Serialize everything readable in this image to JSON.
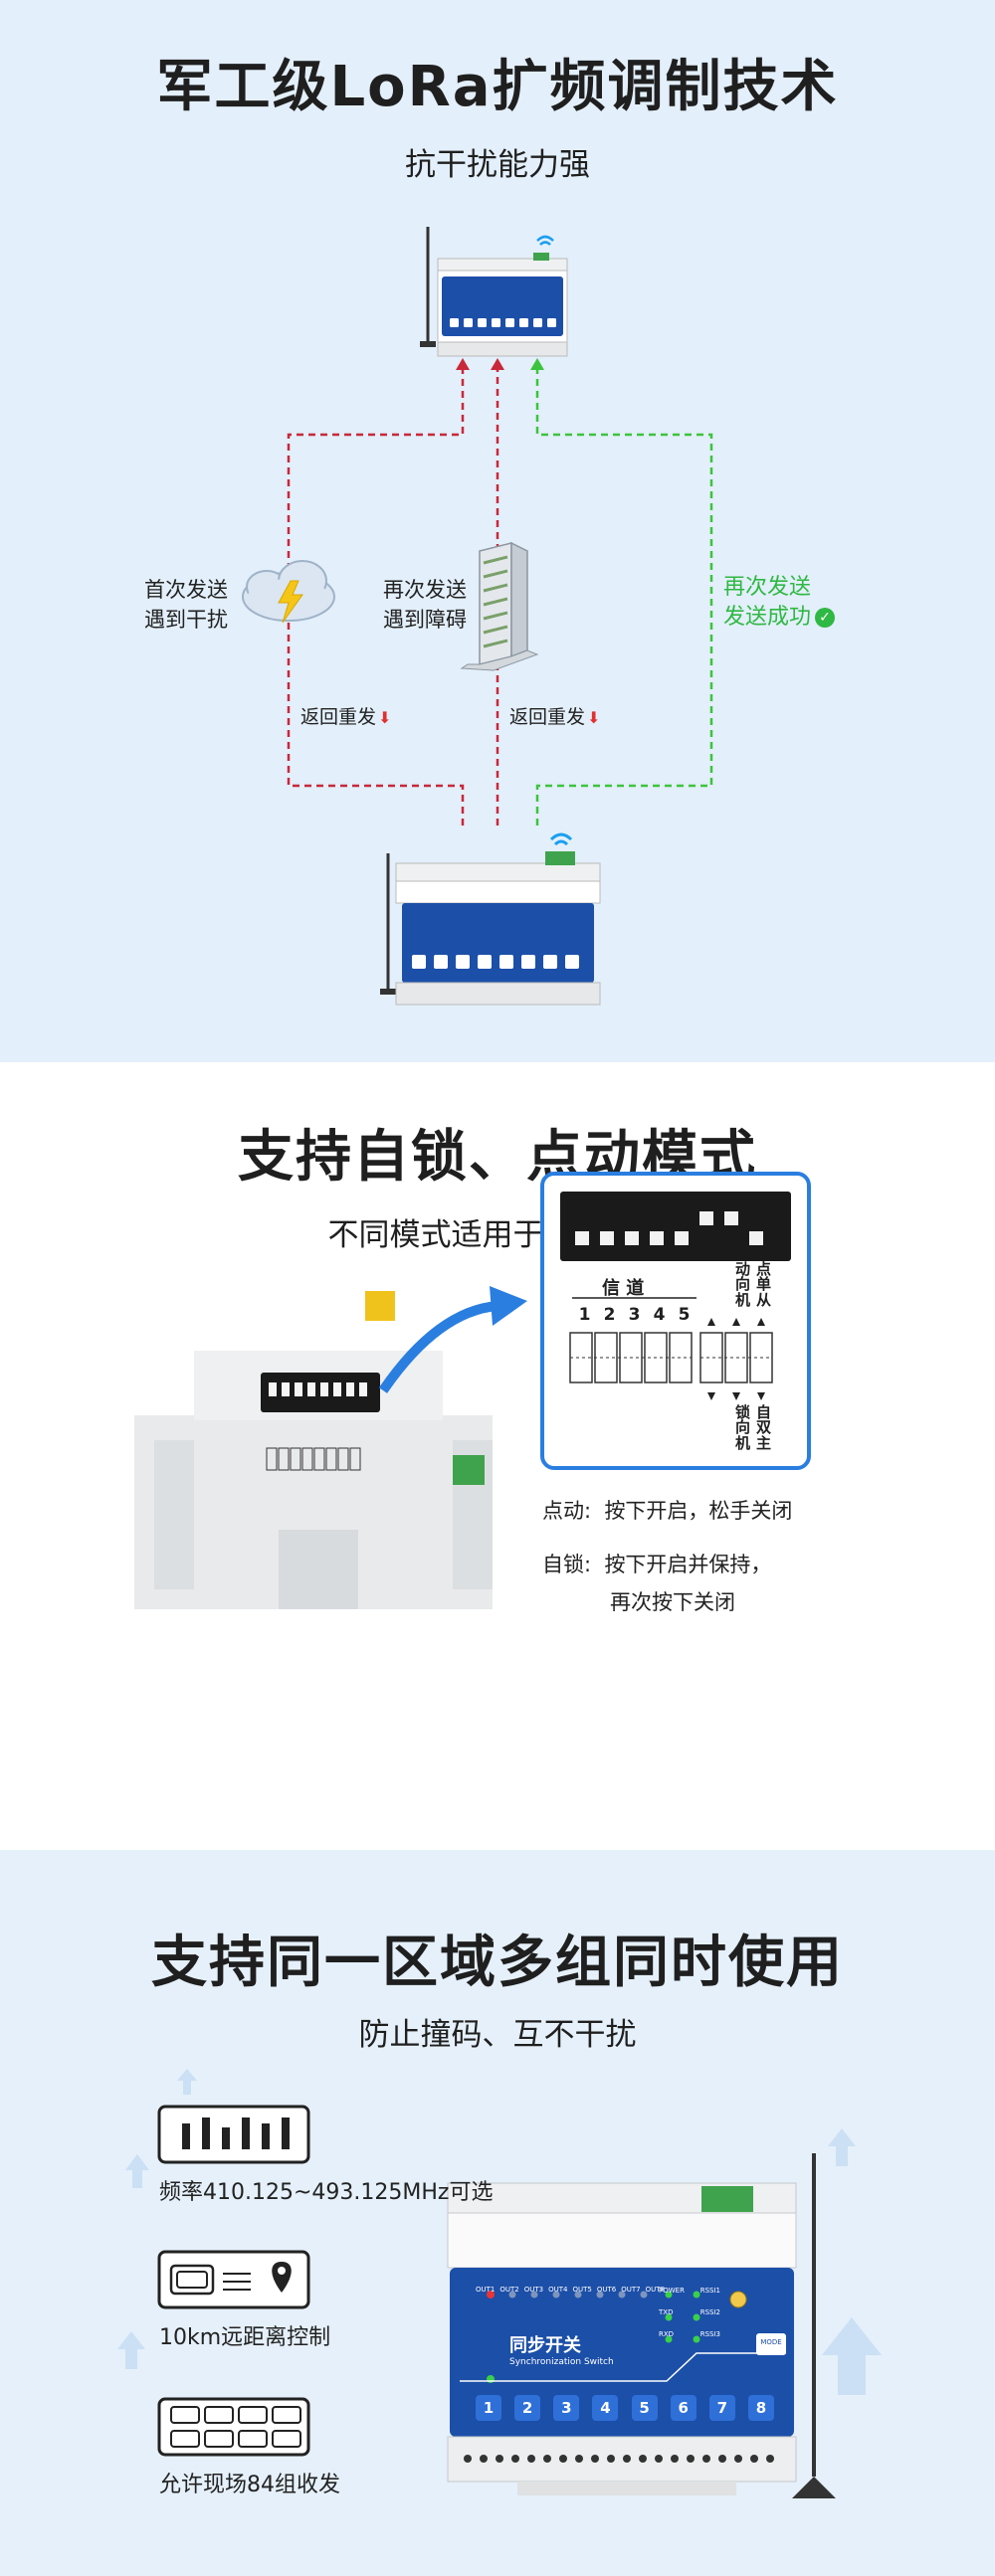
{
  "section1": {
    "title": "军工级LoRa扩频调制技术",
    "subtitle": "抗干扰能力强",
    "note_left": [
      "首次发送",
      "遇到干扰"
    ],
    "note_mid": [
      "再次发送",
      "遇到障碍"
    ],
    "note_right": [
      "再次发送",
      "发送成功"
    ],
    "retry_label": "返回重发",
    "colors": {
      "red_path": "#c8283a",
      "green_path": "#3cc43c",
      "device_blue": "#1c4fa8"
    }
  },
  "section2": {
    "title": "支持自锁、点动模式",
    "subtitle": "不同模式适用于不同场景",
    "dip_channel_label": "信 道",
    "dip_numbers": [
      "1",
      "2",
      "3",
      "4",
      "5"
    ],
    "dip_top": [
      "点动",
      "单向",
      "从机"
    ],
    "dip_bottom": [
      "自锁",
      "双向",
      "主机"
    ],
    "mode_jog_label": "点动:",
    "mode_jog_text": "按下开启，松手关闭",
    "mode_lock_label": "自锁:",
    "mode_lock_text1": "按下开启并保持，",
    "mode_lock_text2": "再次按下关闭"
  },
  "section3": {
    "title": "支持同一区域多组同时使用",
    "subtitle": "防止撞码、互不干扰",
    "feature_freq": "频率410.125~493.125MHz可选",
    "feature_range": "10km远距离控制",
    "feature_groups": "允许现场84组收发",
    "device_title": "同步开关",
    "device_subtitle": "Synchronization Switch",
    "out_labels": [
      "OUT1",
      "OUT2",
      "OUT3",
      "OUT4",
      "OUT5",
      "OUT6",
      "OUT7",
      "OUT8"
    ],
    "status_labels": [
      "POWER",
      "RSSI1",
      "TXD",
      "RSSI2",
      "RXD",
      "RSSI3"
    ],
    "buttons": [
      "1",
      "2",
      "3",
      "4",
      "5",
      "6",
      "7",
      "8"
    ],
    "mode_button": "MODE"
  }
}
